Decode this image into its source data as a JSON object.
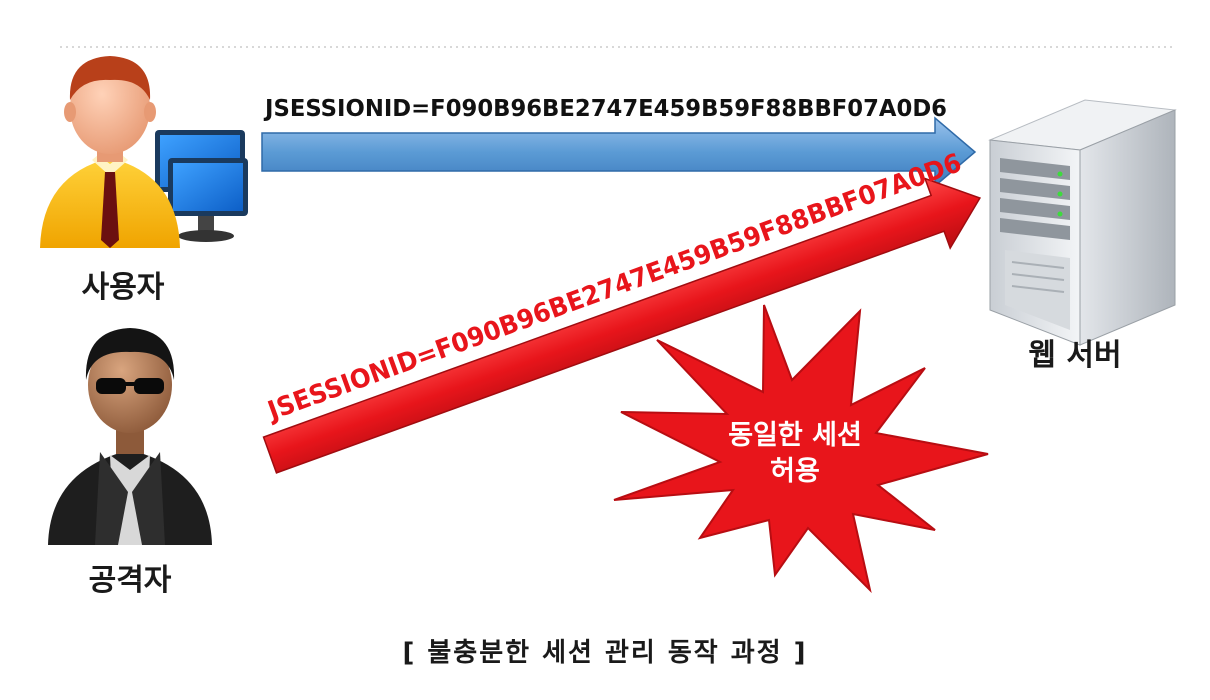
{
  "diagram": {
    "actors": {
      "user": {
        "label": "사용자",
        "icon": "user-with-computer-icon"
      },
      "attacker": {
        "label": "공격자",
        "icon": "attacker-with-sunglasses-icon"
      },
      "server": {
        "label": "웹 서버",
        "icon": "server-tower-icon"
      }
    },
    "flows": {
      "user_request": {
        "label": "JSESSIONID=F090B96BE2747E459B59F88BBF07A0D6",
        "color": "#5b9bd5"
      },
      "attacker_request": {
        "label": "JSESSIONID=F090B96BE2747E459B59F88BBF07A0D6",
        "color": "#e8151b"
      }
    },
    "burst": {
      "line1": "동일한 세션",
      "line2": "허용",
      "color": "#e8151b",
      "icon": "explosion-burst-icon"
    },
    "caption": "[ 불충분한 세션 관리 동작 과정 ]"
  }
}
